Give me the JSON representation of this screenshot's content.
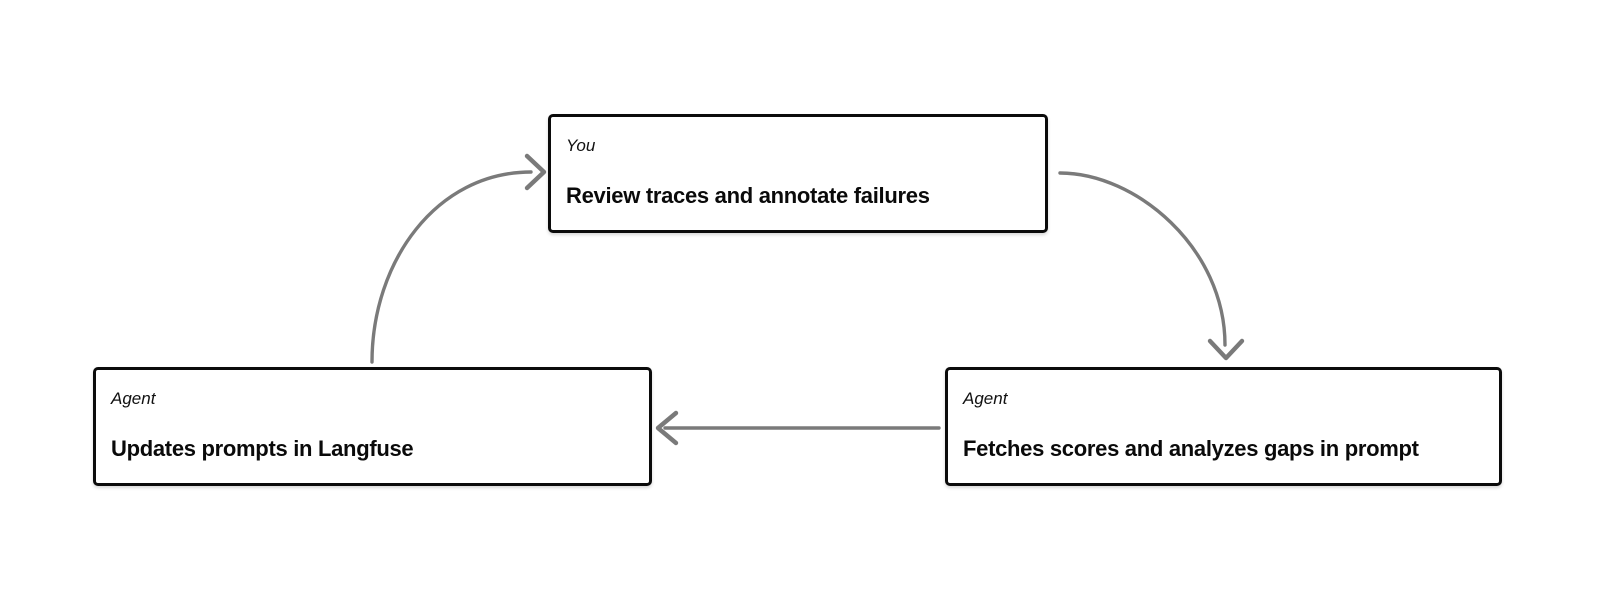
{
  "diagram": {
    "type": "cycle-flow",
    "background": "#ffffff",
    "colors": {
      "box_border": "#0b0b0b",
      "box_background": "#ffffff",
      "role_text": "#111111",
      "title_text": "#0a0a0a",
      "arrow": "#7a7a7a"
    },
    "nodes": [
      {
        "id": "you-review",
        "role": "You",
        "title": "Review traces and annotate failures"
      },
      {
        "id": "agent-update",
        "role": "Agent",
        "title": "Updates prompts in Langfuse"
      },
      {
        "id": "agent-fetch",
        "role": "Agent",
        "title": "Fetches scores and analyzes gaps in prompt"
      }
    ],
    "edges": [
      {
        "from": "you-review",
        "to": "agent-fetch",
        "shape": "curve-down-right"
      },
      {
        "from": "agent-fetch",
        "to": "agent-update",
        "shape": "straight-left"
      },
      {
        "from": "agent-update",
        "to": "you-review",
        "shape": "curve-up-right"
      }
    ]
  }
}
